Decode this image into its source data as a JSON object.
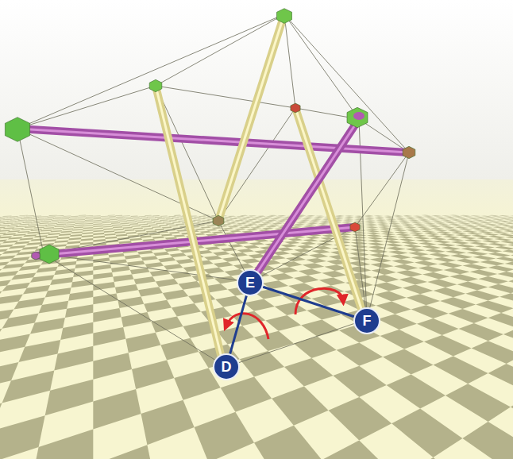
{
  "diagram": {
    "nodes": [
      {
        "text": [
          "E"
        ]
      },
      {
        "text": [
          "F"
        ]
      },
      {
        "text": [
          "D"
        ]
      }
    ],
    "edges": [
      {
        "from": 0,
        "to": 2,
        "arrow": "none"
      },
      {
        "from": 0,
        "to": 1,
        "arrow": "none"
      }
    ]
  }
}
